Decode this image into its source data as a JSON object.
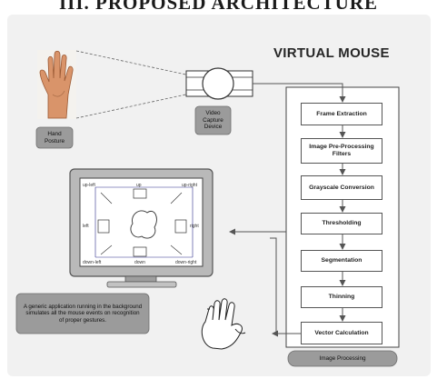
{
  "header": {
    "title": "III. PROPOSED ARCHITECTURE"
  },
  "diagram": {
    "title": "VIRTUAL MOUSE",
    "hand_posture_label": "Hand\nPosture",
    "capture_device_label": "Video\nCapture\nDevice",
    "pipeline_steps": [
      "Frame Extraction",
      "Image Pre-Processing Filters",
      "Grayscale Conversion",
      "Thresholding",
      "Segmentation",
      "Thinning",
      "Vector Calculation"
    ],
    "image_processing_label": "Image Processing",
    "app_description": "A generic application running in the background simulates all the mouse events on recognition of proper gestures.",
    "screen_labels": {
      "up_left": "up-left",
      "up": "up",
      "up_right": "up-right",
      "left": "left",
      "right": "right",
      "down_left": "down-left",
      "down": "down",
      "down_right": "down-right"
    }
  },
  "colors": {
    "panel": "#f1f1f1",
    "callout": "#9b9b9b",
    "monitor": "#b9b9b9",
    "arrow": "#555555"
  }
}
